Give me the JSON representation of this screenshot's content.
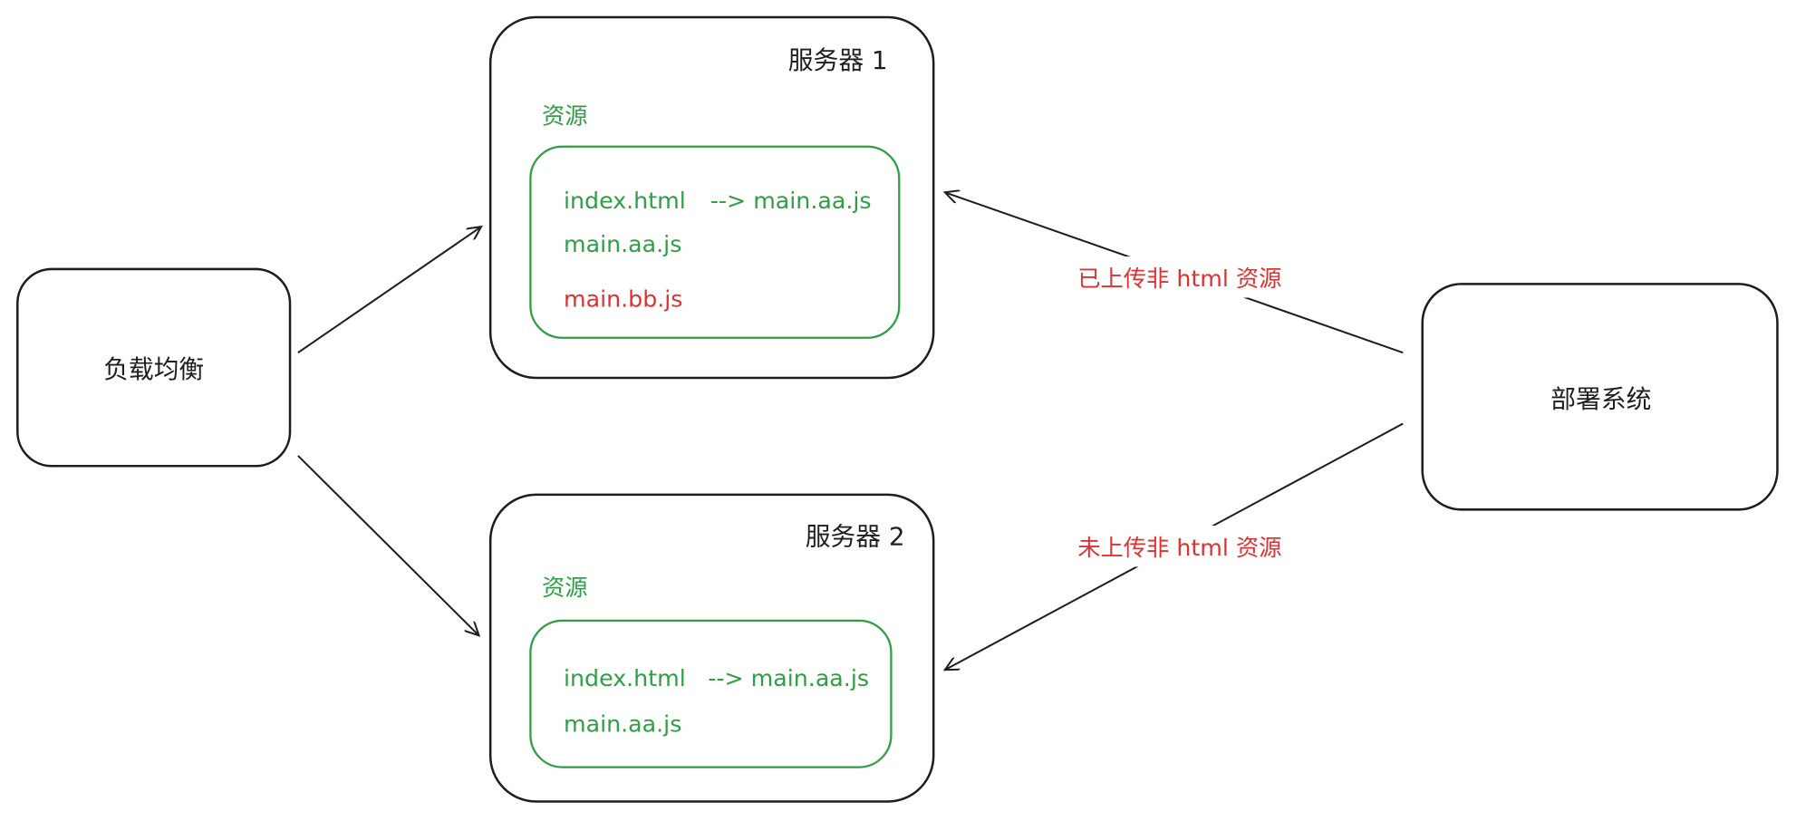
{
  "colors": {
    "stroke": "#1e1e1e",
    "green": "#2f9e44",
    "red": "#e03131"
  },
  "load_balancer": {
    "label": "负载均衡"
  },
  "deploy_system": {
    "label": "部署系统"
  },
  "server1": {
    "title": "服务器 1",
    "resources_label": "资源",
    "files": [
      {
        "name": "index.html",
        "ref": "--> main.aa.js",
        "color": "green"
      },
      {
        "name": "main.aa.js",
        "ref": "",
        "color": "green"
      },
      {
        "name": "main.bb.js",
        "ref": "",
        "color": "red"
      }
    ]
  },
  "server2": {
    "title": "服务器 2",
    "resources_label": "资源",
    "files": [
      {
        "name": "index.html",
        "ref": "--> main.aa.js",
        "color": "green"
      },
      {
        "name": "main.aa.js",
        "ref": "",
        "color": "green"
      }
    ]
  },
  "edges": {
    "deploy_to_server1": "已上传非 html 资源",
    "deploy_to_server2": "未上传非 html 资源"
  }
}
